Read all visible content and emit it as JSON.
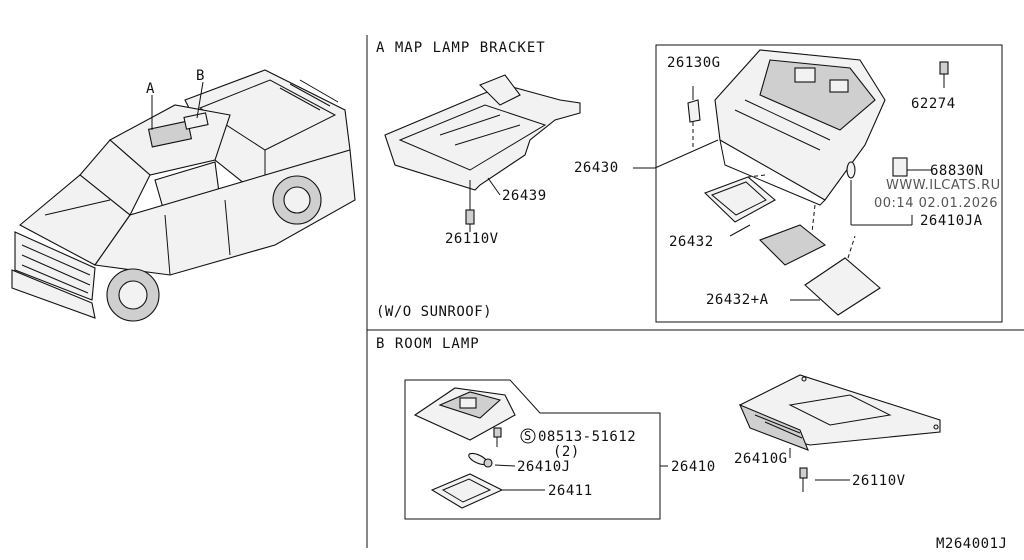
{
  "vehicle_callouts": {
    "a": "A",
    "b": "B"
  },
  "section_a": {
    "title": "A  MAP LAMP BRACKET",
    "parts": {
      "bracket": "26439",
      "bolt": "26110V"
    },
    "note": "(W/O SUNROOF)"
  },
  "map_lamp": {
    "parts": {
      "clip": "26130G",
      "clip_bolt": "62274",
      "lamp_assembly": "26430",
      "switch": "68830N",
      "bulb": "26410JA",
      "lens_small": "26432",
      "lens_cover": "26432+A"
    }
  },
  "section_b": {
    "title": "B  ROOM LAMP",
    "parts": {
      "screw": "08513-51612",
      "screw_qty": "(2)",
      "bulb": "26410J",
      "lens": "26411",
      "assembly": "26410",
      "bracket": "26410G",
      "bolt": "26110V"
    },
    "screw_marker": "S"
  },
  "watermark": {
    "line1": "WWW.ILCATS.RU",
    "line2": "00:14 02.01.2026"
  },
  "diagram_code": "M264001J"
}
